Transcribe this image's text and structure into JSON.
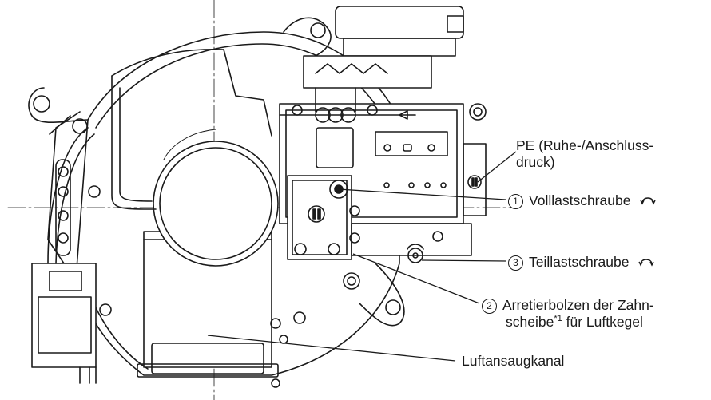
{
  "labels": {
    "pe": {
      "line1": "PE (Ruhe-/Anschluss-",
      "line2": "druck)"
    },
    "volllast": {
      "num": "1",
      "text": "Volllastschraube",
      "icon": "rotate-both-ways-icon"
    },
    "teillast": {
      "num": "3",
      "text": "Teillastschraube",
      "icon": "rotate-both-ways-icon"
    },
    "arretier": {
      "num": "2",
      "line1": "Arretierbolzen der Zahn-",
      "line2a": "scheibe",
      "sup": "*1",
      "line2b": " für Luftkegel"
    },
    "luft": {
      "text": "Luftansaugkanal"
    }
  },
  "colors": {
    "line": "#1a1a1a",
    "background": "#ffffff",
    "shade": "#e6e6e6"
  }
}
